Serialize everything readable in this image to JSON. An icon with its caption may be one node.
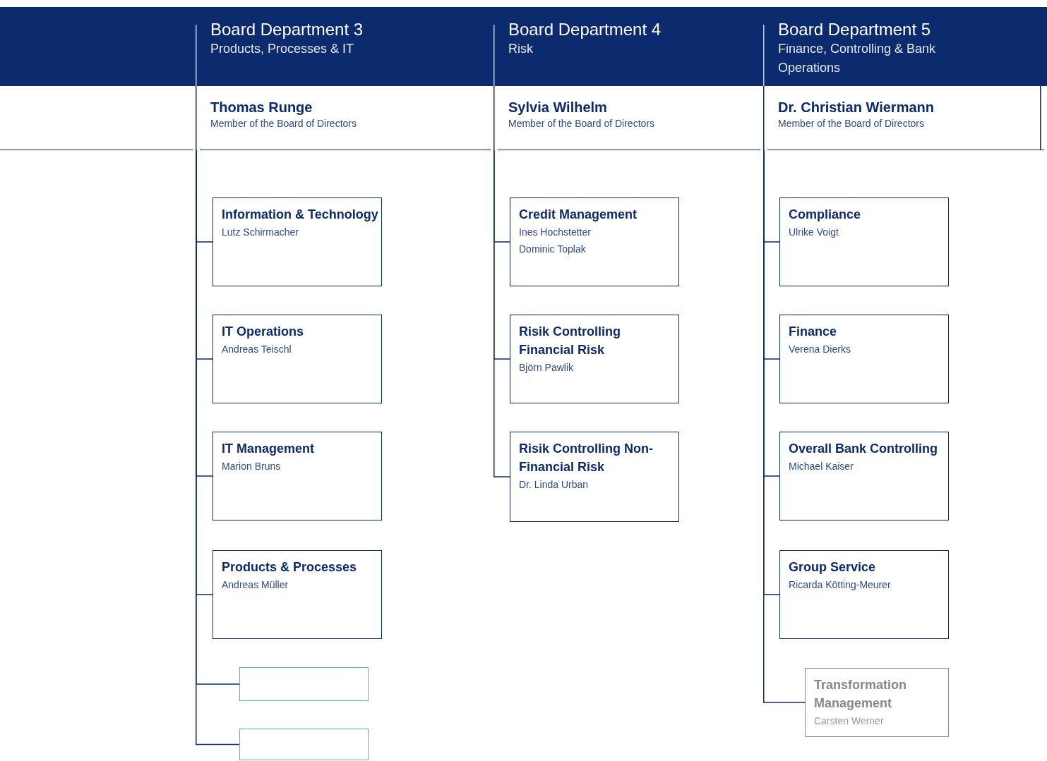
{
  "diagram": {
    "nodes": [
      {
        "text": [
          "Board Department 3",
          "Products, Processes & IT",
          "Thomas Runge",
          "Member of the Board of Directors"
        ]
      },
      {
        "text": [
          "Information & Technology",
          "Lutz Schirmacher"
        ]
      },
      {
        "text": [
          "IT Operations",
          "Andreas Teischl"
        ]
      },
      {
        "text": [
          "IT Management",
          "Marion Bruns"
        ]
      },
      {
        "text": [
          "Products & Processes",
          "Andreas Müller"
        ]
      },
      {
        "text": [],
        "shape": "box"
      },
      {
        "text": [],
        "shape": "box"
      },
      {
        "text": [
          "Board Department 4",
          "Risk",
          "Sylvia Wilhelm",
          "Member of the Board of Directors"
        ]
      },
      {
        "text": [
          "Credit Management",
          "Ines Hochstetter",
          "Dominic Toplak"
        ]
      },
      {
        "text": [
          "Risik Controlling Financial Risk",
          "Björn Pawlik"
        ]
      },
      {
        "text": [
          "Risik Controlling Non-Financial Risk",
          "Dr. Linda Urban"
        ]
      },
      {
        "text": [
          "Board Department 5",
          "Finance, Controlling & Bank Operations",
          "Dr. Christian Wiermann",
          "Member of the Board of Directors"
        ]
      },
      {
        "text": [
          "Compliance",
          "Ulrike Voigt"
        ]
      },
      {
        "text": [
          "Finance",
          "Verena Dierks"
        ]
      },
      {
        "text": [
          "Overall Bank Controlling",
          "Michael Kaiser"
        ]
      },
      {
        "text": [
          "Group Service",
          "Ricarda Kötting-Meurer"
        ]
      },
      {
        "text": [
          "Transformation Management",
          "Carsten Werner"
        ]
      }
    ],
    "edges": [
      {
        "from": 0,
        "to": 1,
        "arrow": "none"
      },
      {
        "from": 0,
        "to": 2,
        "arrow": "none"
      },
      {
        "from": 0,
        "to": 3,
        "arrow": "none"
      },
      {
        "from": 0,
        "to": 4,
        "arrow": "none"
      },
      {
        "from": 0,
        "to": 5,
        "arrow": "none"
      },
      {
        "from": 0,
        "to": 6,
        "arrow": "none"
      },
      {
        "from": 7,
        "to": 8,
        "arrow": "none"
      },
      {
        "from": 7,
        "to": 9,
        "arrow": "none"
      },
      {
        "from": 7,
        "to": 10,
        "arrow": "none"
      },
      {
        "from": 11,
        "to": 12,
        "arrow": "none"
      },
      {
        "from": 11,
        "to": 13,
        "arrow": "none"
      },
      {
        "from": 11,
        "to": 14,
        "arrow": "none"
      },
      {
        "from": 11,
        "to": 15,
        "arrow": "none"
      },
      {
        "from": 11,
        "to": 16,
        "arrow": "none"
      }
    ]
  }
}
